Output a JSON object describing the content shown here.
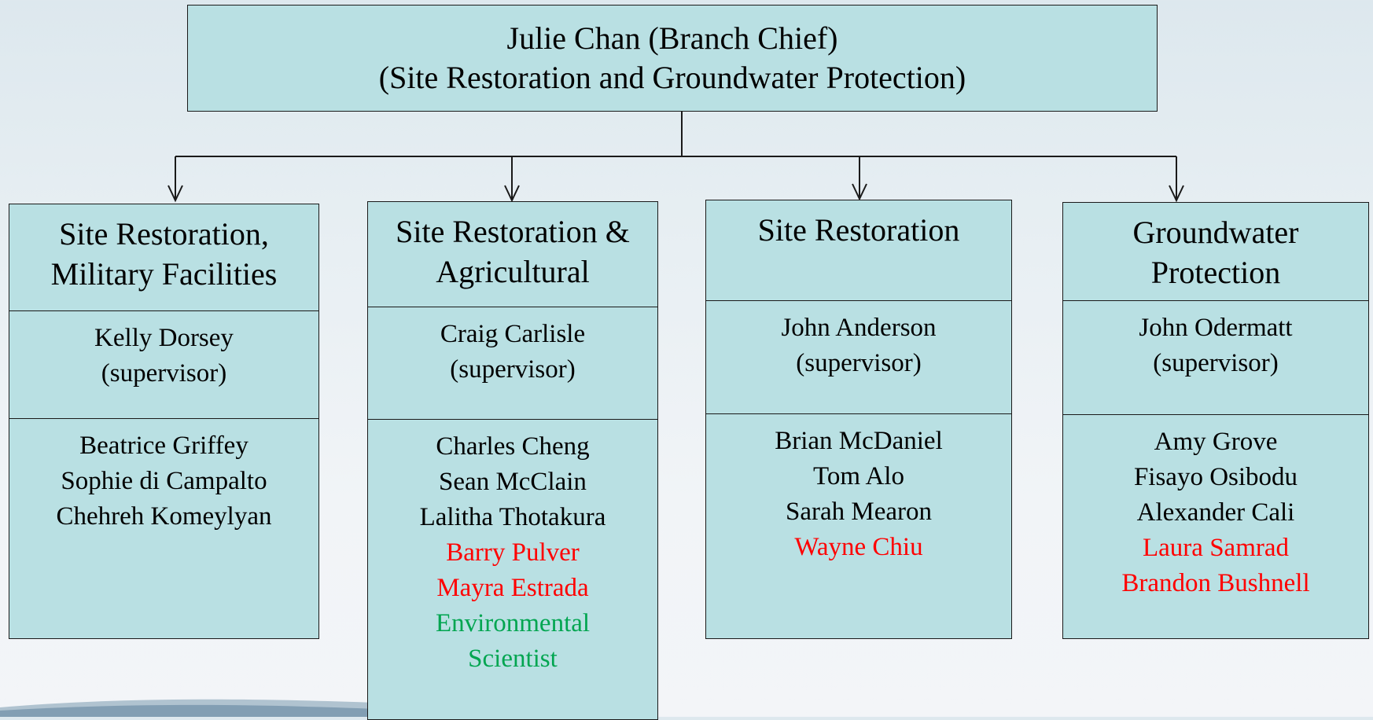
{
  "chief": {
    "line1": "Julie Chan (Branch Chief)",
    "line2": "(Site Restoration and Groundwater Protection)"
  },
  "units": [
    {
      "title": [
        "Site Restoration,",
        "Military Facilities"
      ],
      "supervisor": [
        "Kelly Dorsey",
        "(supervisor)"
      ],
      "staff": [
        {
          "name": "Beatrice Griffey",
          "status": "current"
        },
        {
          "name": "Sophie di Campalto",
          "status": "current"
        },
        {
          "name": "Chehreh Komeylyan",
          "status": "current"
        }
      ]
    },
    {
      "title": [
        "Site Restoration &",
        "Agricultural"
      ],
      "supervisor": [
        "Craig Carlisle",
        "(supervisor)"
      ],
      "staff": [
        {
          "name": "Charles Cheng",
          "status": "current"
        },
        {
          "name": "Sean McClain",
          "status": "current"
        },
        {
          "name": "Lalitha Thotakura",
          "status": "current"
        },
        {
          "name": "Barry Pulver",
          "status": "new"
        },
        {
          "name": "Mayra Estrada",
          "status": "new"
        },
        {
          "name": "Environmental",
          "status": "vacant"
        },
        {
          "name": "Scientist",
          "status": "vacant"
        }
      ]
    },
    {
      "title": [
        "Site Restoration"
      ],
      "supervisor": [
        "John Anderson",
        "(supervisor)"
      ],
      "staff": [
        {
          "name": "Brian McDaniel",
          "status": "current"
        },
        {
          "name": "Tom Alo",
          "status": "current"
        },
        {
          "name": "Sarah Mearon",
          "status": "current"
        },
        {
          "name": "Wayne Chiu",
          "status": "new"
        }
      ]
    },
    {
      "title": [
        "Groundwater",
        "Protection"
      ],
      "supervisor": [
        "John Odermatt",
        "(supervisor)"
      ],
      "staff": [
        {
          "name": "Amy Grove",
          "status": "current"
        },
        {
          "name": "Fisayo Osibodu",
          "status": "current"
        },
        {
          "name": "Alexander Cali",
          "status": "current"
        },
        {
          "name": "Laura Samrad",
          "status": "new"
        },
        {
          "name": "Brandon Bushnell",
          "status": "new"
        }
      ]
    }
  ],
  "colors": {
    "box_fill": "#b9e0e3",
    "border": "#1a1a1a",
    "new_staff": "#ff0000",
    "vacant_position": "#00a550"
  }
}
